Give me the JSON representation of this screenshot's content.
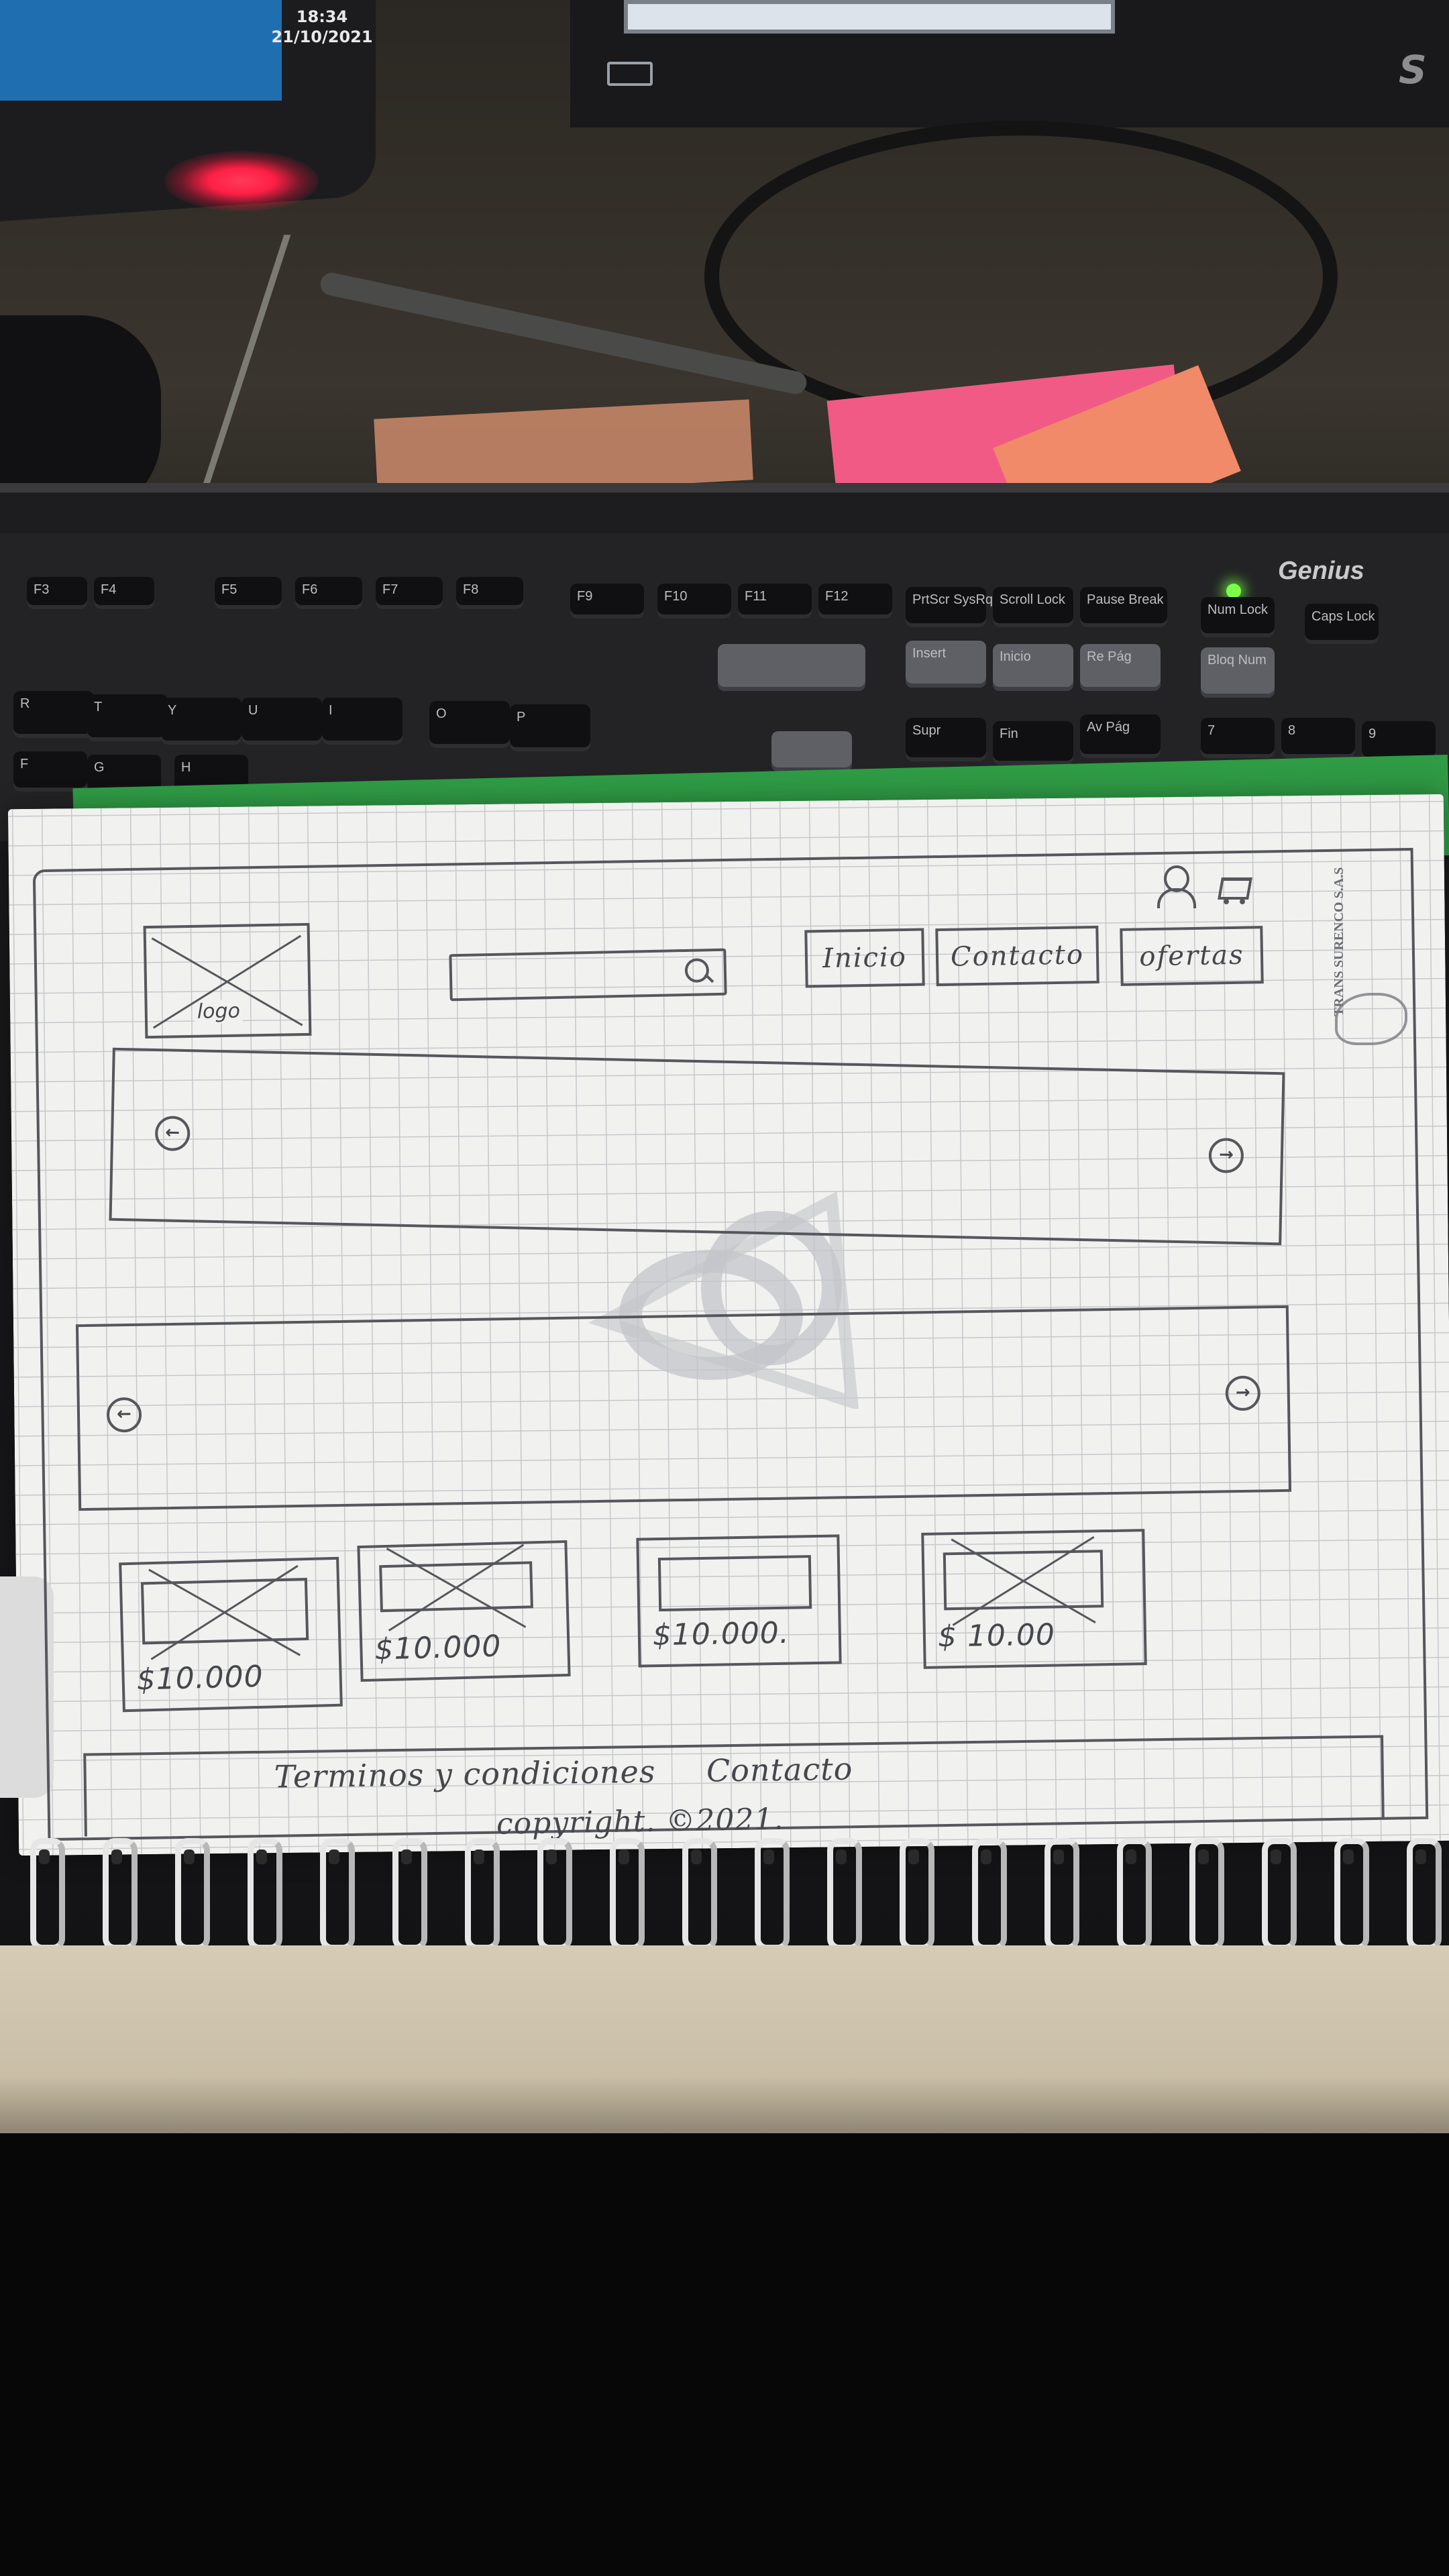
{
  "scene": {
    "monitor_clock_time": "18:34",
    "monitor_clock_date": "21/10/2021",
    "monitor_brand": "S",
    "keyboard_brand": "Genius",
    "keyboard_keys": [
      {
        "label": "F3"
      },
      {
        "label": "F4"
      },
      {
        "label": "F5"
      },
      {
        "label": "F6"
      },
      {
        "label": "F7"
      },
      {
        "label": "F8"
      },
      {
        "label": "F9"
      },
      {
        "label": "F10"
      },
      {
        "label": "F11"
      },
      {
        "label": "F12"
      },
      {
        "label": "PrtScr SysRq"
      },
      {
        "label": "Scroll Lock"
      },
      {
        "label": "Pause Break"
      },
      {
        "label": "Num Lock"
      },
      {
        "label": "Caps Lock"
      },
      {
        "label": "Insert"
      },
      {
        "label": "Inicio"
      },
      {
        "label": "Re Pág"
      },
      {
        "label": "Bloq Num"
      },
      {
        "label": "R"
      },
      {
        "label": "T"
      },
      {
        "label": "Y"
      },
      {
        "label": "U"
      },
      {
        "label": "I"
      },
      {
        "label": "O"
      },
      {
        "label": "P"
      },
      {
        "label": "Supr"
      },
      {
        "label": "Fin"
      },
      {
        "label": "Av Pág"
      },
      {
        "label": "7"
      },
      {
        "label": "8"
      },
      {
        "label": "9"
      },
      {
        "label": "F"
      },
      {
        "label": "G"
      },
      {
        "label": "H"
      }
    ],
    "notebook_print": "TRANS SURENCO S.A.S"
  },
  "sketch": {
    "logo_label": "logo",
    "search": {
      "icon": "search-icon"
    },
    "header_icons": {
      "user": "user-icon",
      "cart": "cart-icon"
    },
    "nav": [
      {
        "label": "Inicio"
      },
      {
        "label": "Contacto"
      },
      {
        "label": "ofertas"
      }
    ],
    "banners": [
      {
        "left_arrow": "←",
        "right_arrow": "→"
      },
      {
        "left_arrow": "←",
        "right_arrow": "→"
      }
    ],
    "products": [
      {
        "price": "$10.000",
        "image": "image-placeholder"
      },
      {
        "price": "$10.000",
        "image": "image-placeholder"
      },
      {
        "price": "$10.000.",
        "image": "image-placeholder"
      },
      {
        "price": "$ 10.00",
        "image": "image-placeholder"
      }
    ],
    "footer": {
      "links": [
        {
          "label": "Terminos y condiciones"
        },
        {
          "label": "Contacto"
        }
      ],
      "copyright": "copyright. ©2021."
    }
  }
}
